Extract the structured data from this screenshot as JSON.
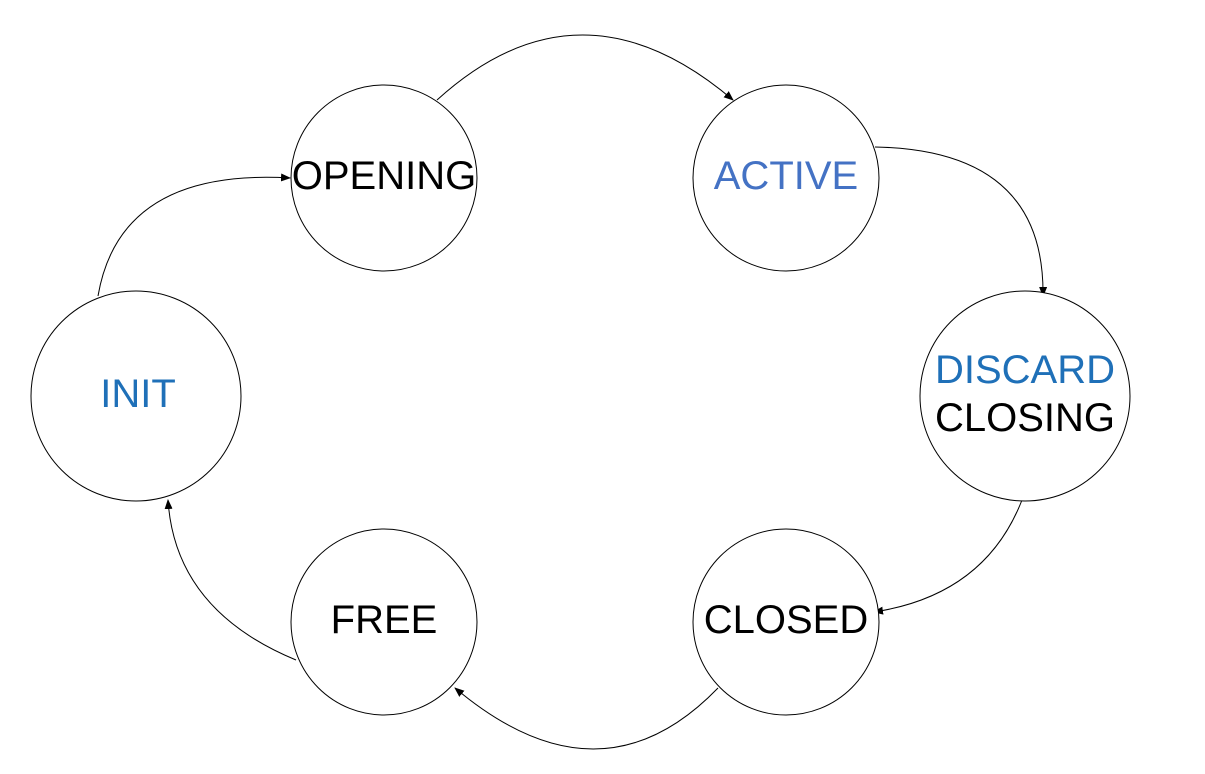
{
  "colors": {
    "default_text": "#000000",
    "active_text": "#4472C4",
    "init_text": "#1F70B8",
    "discard_text": "#1F70B8"
  },
  "states": {
    "opening": {
      "label": "OPENING",
      "color": "#000000"
    },
    "active": {
      "label": "ACTIVE",
      "color": "#4472C4"
    },
    "discard_closing": {
      "label_1": "DISCARD",
      "color_1": "#1F70B8",
      "label_2": "CLOSING",
      "color_2": "#000000"
    },
    "closed": {
      "label": "CLOSED",
      "color": "#000000"
    },
    "free": {
      "label": "FREE",
      "color": "#000000"
    },
    "init": {
      "label": "INIT",
      "color": "#1F70B8"
    }
  },
  "transitions": [
    {
      "from": "OPENING",
      "to": "ACTIVE"
    },
    {
      "from": "ACTIVE",
      "to": "DISCARD CLOSING"
    },
    {
      "from": "DISCARD CLOSING",
      "to": "CLOSED"
    },
    {
      "from": "CLOSED",
      "to": "FREE"
    },
    {
      "from": "FREE",
      "to": "INIT"
    },
    {
      "from": "INIT",
      "to": "OPENING"
    }
  ]
}
